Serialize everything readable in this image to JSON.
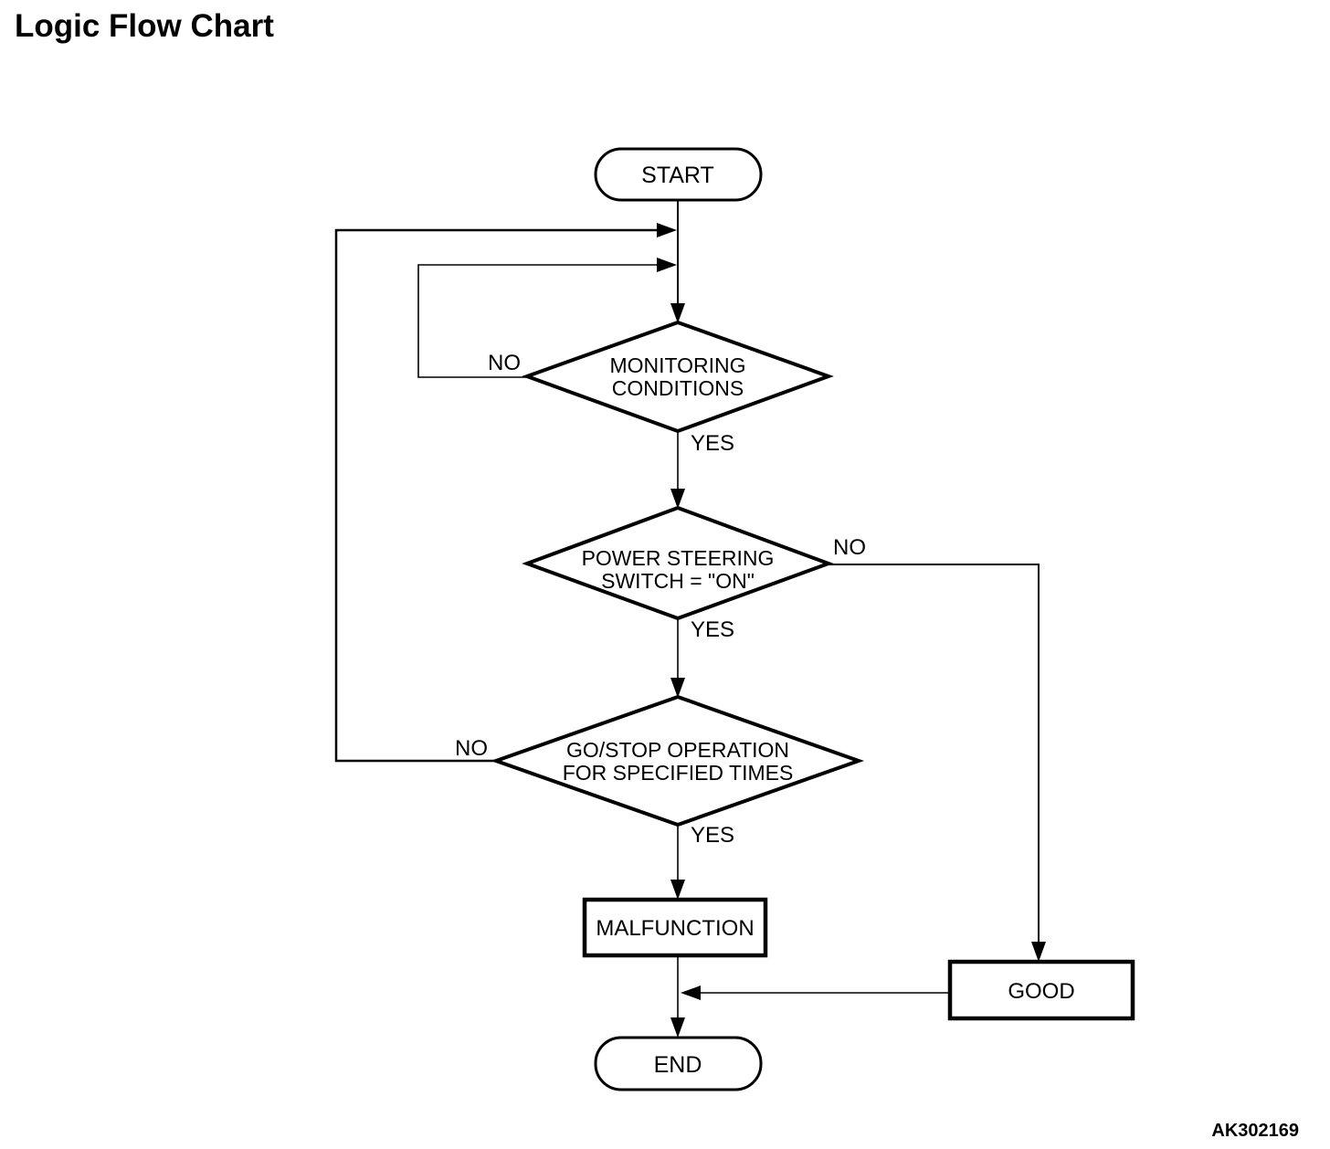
{
  "title": "Logic Flow Chart",
  "figure_code": "AK302169",
  "colors": {
    "line": "#000000",
    "background": "#ffffff",
    "text": "#000000"
  },
  "flowchart": {
    "start": {
      "shape": "terminator",
      "label": "START"
    },
    "decision_monitoring": {
      "shape": "decision",
      "line1": "MONITORING",
      "line2": "CONDITIONS",
      "no_label": "NO",
      "yes_label": "YES"
    },
    "decision_power_steering": {
      "shape": "decision",
      "line1": "POWER STEERING",
      "line2": "SWITCH = \"ON\"",
      "no_label": "NO",
      "yes_label": "YES"
    },
    "decision_go_stop": {
      "shape": "decision",
      "line1": "GO/STOP OPERATION",
      "line2": "FOR SPECIFIED TIMES",
      "no_label": "NO",
      "yes_label": "YES"
    },
    "malfunction": {
      "shape": "process",
      "label": "MALFUNCTION"
    },
    "good": {
      "shape": "process",
      "label": "GOOD"
    },
    "end": {
      "shape": "terminator",
      "label": "END"
    }
  }
}
